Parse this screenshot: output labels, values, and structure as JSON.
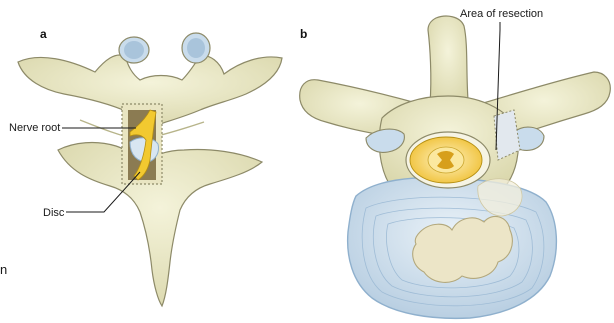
{
  "panels": {
    "a": "a",
    "b": "b"
  },
  "labels": {
    "nerve_root": "Nerve root",
    "disc": "Disc",
    "area_of_resection": "Area of resection",
    "edge_fragment": "n"
  },
  "colors": {
    "bone": "#ecebc9",
    "bone_shadow": "#c9c69d",
    "bone_outline": "#8d8a68",
    "nerve_yellow": "#f2c930",
    "disc_blue": "#c9dcec",
    "disc_blue_dark": "#8fb0cd",
    "canal_dark": "#8b7b52",
    "leader_line": "#1a1a1a"
  }
}
